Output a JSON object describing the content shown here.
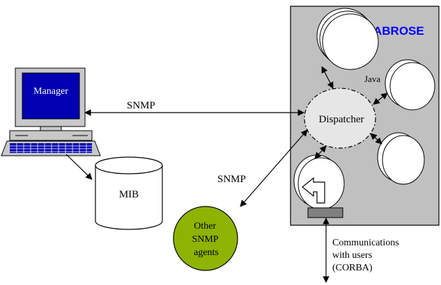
{
  "labels": {
    "abrose": "ABROSE",
    "java": "Java",
    "dispatcher": "Dispatcher",
    "manager": "Manager",
    "mib": "MIB",
    "snmp_top": "SNMP",
    "snmp_left": "SNMP",
    "other_agents": [
      "Other",
      "SNMP",
      "agents"
    ],
    "communications": [
      "Communications",
      "with users",
      "(CORBA)"
    ]
  },
  "colors": {
    "panel_fill": "#c0c0c0",
    "abrose_text": "#0000ff",
    "manager_screen": "#0000b0",
    "agents_fill": "#8cb400",
    "keyboard_fill": "#0000b0",
    "connector_fill": "#808080"
  }
}
